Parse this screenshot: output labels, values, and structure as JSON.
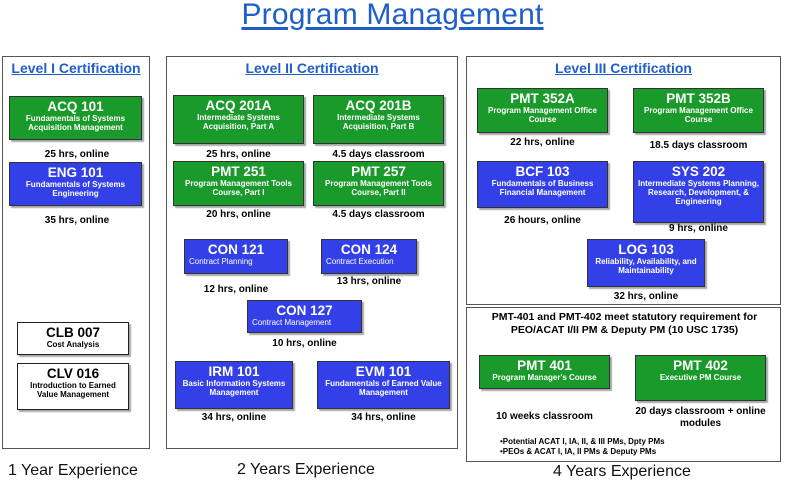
{
  "title": "Program Management",
  "level1": {
    "heading": "Level I Certification",
    "acq101": {
      "code": "ACQ 101",
      "name": "Fundamentals of Systems Acquisition Management",
      "caption": "25 hrs, online"
    },
    "eng101": {
      "code": "ENG 101",
      "name": "Fundamentals of Systems Engineering",
      "caption": "35 hrs, online"
    },
    "clb007": {
      "code": "CLB 007",
      "name": "Cost Analysis"
    },
    "clv016": {
      "code": "CLV 016",
      "name": "Introduction to Earned Value Management"
    },
    "experience": "1 Year Experience"
  },
  "level2": {
    "heading": "Level II Certification",
    "acq201a": {
      "code": "ACQ 201A",
      "name": "Intermediate Systems Acquisition, Part A",
      "caption": "25 hrs, online"
    },
    "acq201b": {
      "code": "ACQ 201B",
      "name": "Intermediate Systems Acquisition, Part B",
      "caption": "4.5 days classroom"
    },
    "pmt251": {
      "code": "PMT 251",
      "name": "Program Management Tools Course, Part I",
      "caption": "20 hrs, online"
    },
    "pmt257": {
      "code": "PMT 257",
      "name": "Program Management Tools Course, Part II",
      "caption": "4.5 days classroom"
    },
    "con121": {
      "code": "CON 121",
      "name": "Contract Planning",
      "caption": "12 hrs, online"
    },
    "con124": {
      "code": "CON 124",
      "name": "Contract Execution",
      "caption": "13 hrs, online"
    },
    "con127": {
      "code": "CON 127",
      "name": "Contract Management",
      "caption": "10 hrs, online"
    },
    "irm101": {
      "code": "IRM 101",
      "name": "Basic Information Systems Management",
      "caption": "34 hrs, online"
    },
    "evm101": {
      "code": "EVM 101",
      "name": "Fundamentals of Earned Value Management",
      "caption": "34 hrs, online"
    },
    "experience": "2 Years Experience"
  },
  "level3": {
    "heading": "Level III Certification",
    "pmt352a": {
      "code": "PMT 352A",
      "name": "Program Management Office Course",
      "caption": "22 hrs, online"
    },
    "pmt352b": {
      "code": "PMT 352B",
      "name": "Program Management Office Course",
      "caption": "18.5 days classroom"
    },
    "bcf103": {
      "code": "BCF 103",
      "name": "Fundamentals of Business Financial Management",
      "caption": "26 hours, online"
    },
    "sys202": {
      "code": "SYS 202",
      "name": "Intermediate Systems Planning, Research, Development, & Engineering",
      "caption": "9 hrs, online"
    },
    "log103": {
      "code": "LOG 103",
      "name": "Reliability, Availability, and Maintainability",
      "caption": "32 hrs, online"
    },
    "experience": "4 Years Experience"
  },
  "pm": {
    "note": "PMT-401 and PMT-402 meet statutory requirement for PEO/ACAT I/II PM & Deputy PM (10 USC 1735)",
    "pmt401": {
      "code": "PMT 401",
      "name": "Program Manager's Course",
      "caption": "10 weeks classroom"
    },
    "pmt402": {
      "code": "PMT 402",
      "name": "Executive PM Course",
      "caption": "20 days classroom + online modules"
    },
    "bullet1": "•Potential ACAT I, IA, II, & III PMs, Dpty PMs",
    "bullet2": "•PEOs & ACAT I, IA, II PMs & Deputy PMs"
  },
  "colors": {
    "green": "#1a9a2a",
    "blue": "#3340e8",
    "heading": "#1f5fc9"
  }
}
